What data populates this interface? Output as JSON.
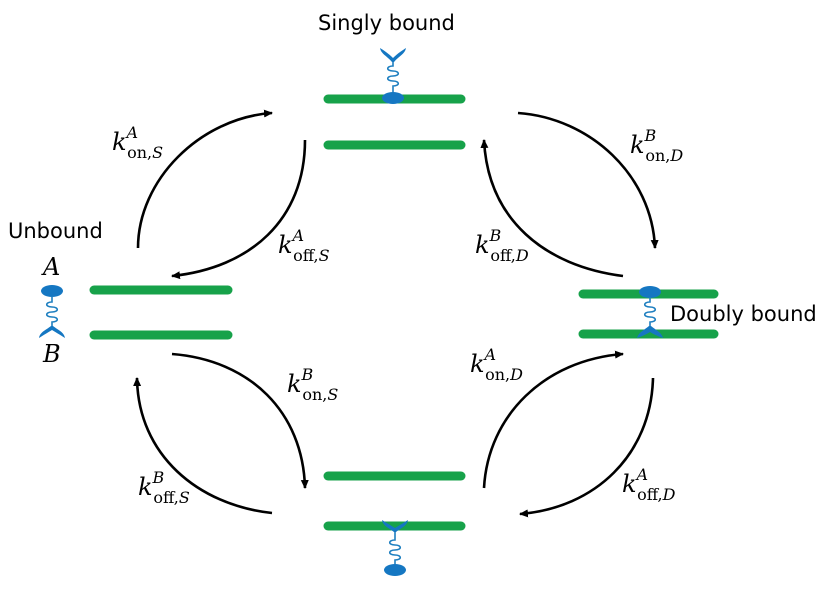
{
  "states": {
    "unbound": "Unbound",
    "singly_bound": "Singly bound",
    "doubly_bound": "Doubly bound"
  },
  "ends": {
    "a": "A",
    "b": "B"
  },
  "rates": {
    "kon_A_S": {
      "k": "k",
      "sup": "A",
      "sub_pre": "on,",
      "sub_var": "S"
    },
    "koff_A_S": {
      "k": "k",
      "sup": "A",
      "sub_pre": "off,",
      "sub_var": "S"
    },
    "kon_B_D": {
      "k": "k",
      "sup": "B",
      "sub_pre": "on,",
      "sub_var": "D"
    },
    "koff_B_D": {
      "k": "k",
      "sup": "B",
      "sub_pre": "off,",
      "sub_var": "D"
    },
    "kon_B_S": {
      "k": "k",
      "sup": "B",
      "sub_pre": "on,",
      "sub_var": "S"
    },
    "koff_B_S": {
      "k": "k",
      "sup": "B",
      "sub_pre": "off,",
      "sub_var": "S"
    },
    "kon_A_D": {
      "k": "k",
      "sup": "A",
      "sub_pre": "on,",
      "sub_var": "D"
    },
    "koff_A_D": {
      "k": "k",
      "sup": "A",
      "sub_pre": "off,",
      "sub_var": "D"
    }
  },
  "colors": {
    "membrane": "#17a24a",
    "protein": "#1577c2",
    "linker": "#1e7fc0",
    "arrow": "#000000"
  }
}
